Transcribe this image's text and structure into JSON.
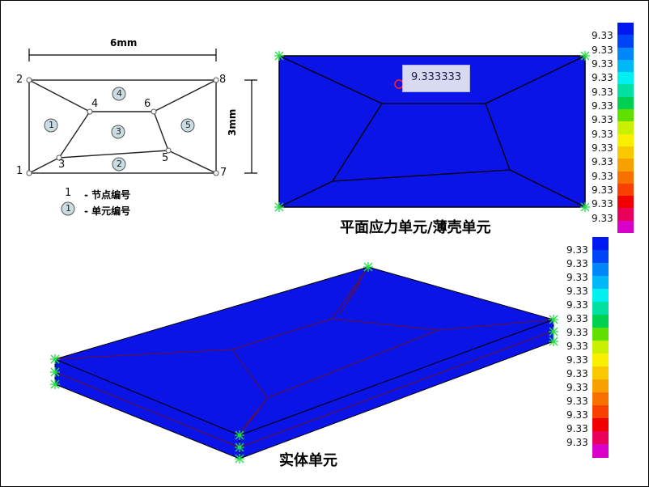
{
  "schematic": {
    "width_label": "6mm",
    "height_label": "3mm",
    "nodes": [
      "1",
      "2",
      "3",
      "4",
      "5",
      "6",
      "7",
      "8"
    ],
    "elements": [
      "1",
      "2",
      "3",
      "4",
      "5"
    ],
    "legend_node_symbol": "1",
    "legend_node_text": "- 节点编号",
    "legend_elem_symbol": "1",
    "legend_elem_text": "- 单元编号"
  },
  "planar": {
    "caption": "平面应力单元/薄壳单元",
    "probe_value": "9.333333",
    "fill_color": "#0a14e6"
  },
  "solid": {
    "caption": "实体单元",
    "fill_color": "#0a14e6"
  },
  "colorbar": {
    "labels": [
      "9.33",
      "9.33",
      "9.33",
      "9.33",
      "9.33",
      "9.33",
      "9.33",
      "9.33",
      "9.33",
      "9.33",
      "9.33",
      "9.33",
      "9.33",
      "9.33"
    ],
    "colors": [
      "#0018f0",
      "#0044f8",
      "#0088f8",
      "#00b8f8",
      "#00f0f0",
      "#00e0a0",
      "#00d050",
      "#60e000",
      "#c8f000",
      "#f8f000",
      "#f8c800",
      "#f8a000",
      "#f87000",
      "#f84000",
      "#f00000",
      "#e8005a",
      "#d800c8"
    ]
  },
  "colorbar2": {
    "labels": [
      "9.33",
      "9.33",
      "9.33",
      "9.33",
      "9.33",
      "9.33",
      "9.33",
      "9.33",
      "9.33",
      "9.33",
      "9.33",
      "9.33",
      "9.33",
      "9.33",
      "9.33"
    ]
  }
}
